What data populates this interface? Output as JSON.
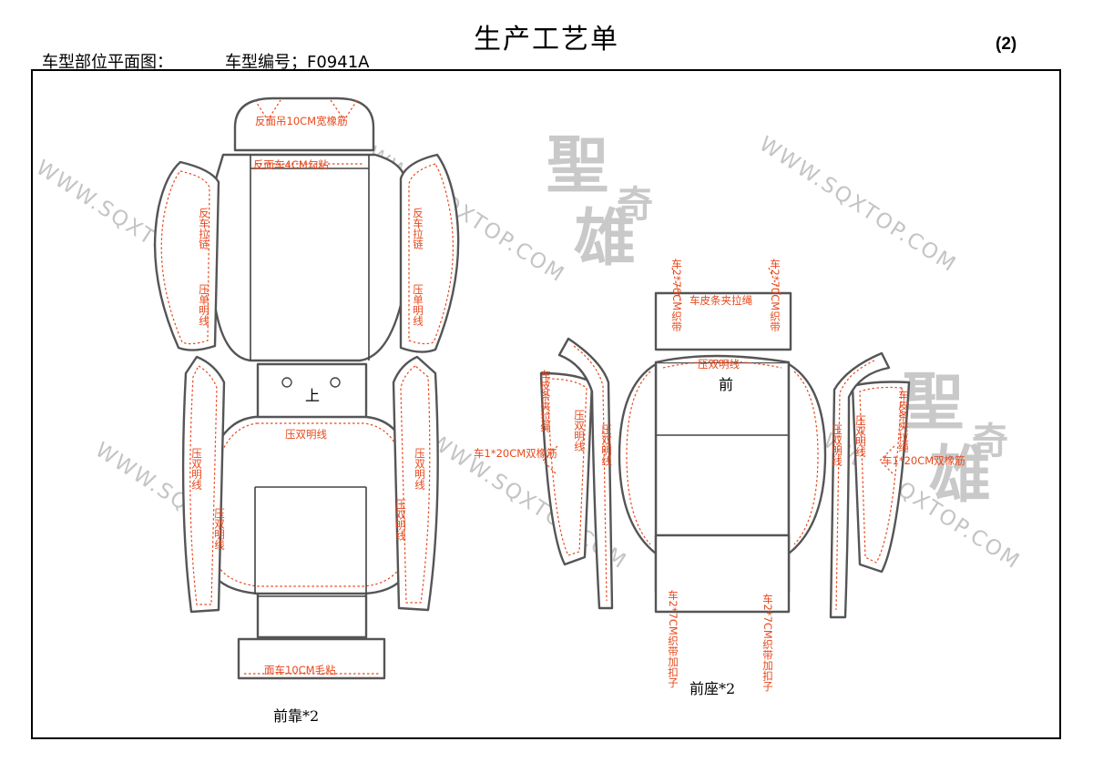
{
  "header": {
    "title": "生产工艺单",
    "page_number": "(2)",
    "layout_label": "车型部位平面图：",
    "model_number": "车型编号；F0941A"
  },
  "watermark": {
    "url_text": "WWW.SQXTOP.COM",
    "logo_chars": [
      "聖",
      "奇",
      "雄"
    ]
  },
  "front_back": {
    "caption": "前靠*2",
    "notes": {
      "top_elastic": "反面吊10CM宽橡筋",
      "inner_top": "反面车4CM勾粘",
      "left_zip": "反车拉链",
      "right_zip": "反车拉链",
      "left_single": "压单明线",
      "right_single": "压单明线",
      "up_mark": "上",
      "center_double": "压双明线",
      "side_left": "压双明线",
      "side_right": "压双明线",
      "inner_left": "压双明线",
      "inner_right": "压双明线",
      "bottom_velcro": "面车10CM毛粘"
    }
  },
  "front_seat": {
    "caption": "前座*2",
    "notes": {
      "top_left_webbing": "车2*70CM织带",
      "top_right_webbing": "车2*70CM织带",
      "top_strip": "车皮条夹拉绳",
      "center_double": "压双明线",
      "front_mark": "前",
      "left_strip": "车皮条夹拉绳",
      "right_strip": "车皮条夹拉绳",
      "left_elastic": "车1*20CM双橡筋",
      "right_elastic": "车1*20CM双橡筋",
      "left_outer_double": "压双明线",
      "left_inner_double": "压双明线",
      "right_inner_double": "压双明线",
      "right_outer_double": "压双明线",
      "bottom_left_webbing": "车2*7CM织带加扣子",
      "bottom_right_webbing": "车2*7CM织带加扣子"
    }
  },
  "colors": {
    "annotation": "#e8481c",
    "outline": "#555555",
    "watermark": "#c4c4c4"
  }
}
